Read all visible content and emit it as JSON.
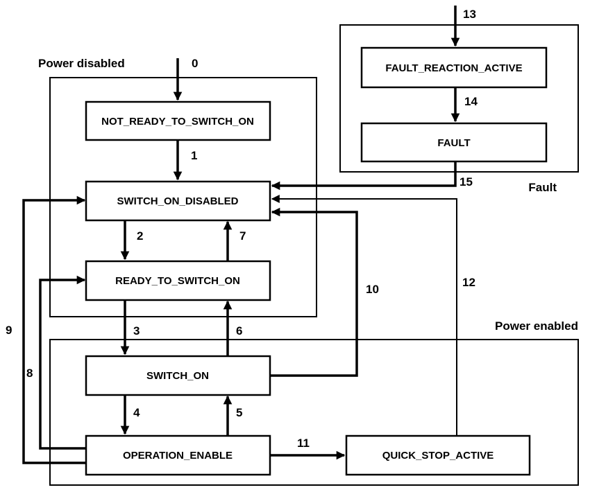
{
  "regions": {
    "power_disabled": "Power disabled",
    "power_enabled": "Power enabled",
    "fault": "Fault"
  },
  "states": {
    "not_ready_to_switch_on": "NOT_READY_TO_SWITCH_ON",
    "switch_on_disabled": "SWITCH_ON_DISABLED",
    "ready_to_switch_on": "READY_TO_SWITCH_ON",
    "switch_on": "SWITCH_ON",
    "operation_enable": "OPERATION_ENABLE",
    "quick_stop_active": "QUICK_STOP_ACTIVE",
    "fault_reaction_active": "FAULT_REACTION_ACTIVE",
    "fault": "FAULT"
  },
  "transitions": {
    "t0": "0",
    "t1": "1",
    "t2": "2",
    "t3": "3",
    "t4": "4",
    "t5": "5",
    "t6": "6",
    "t7": "7",
    "t8": "8",
    "t9": "9",
    "t10": "10",
    "t11": "11",
    "t12": "12",
    "t13": "13",
    "t14": "14",
    "t15": "15"
  }
}
